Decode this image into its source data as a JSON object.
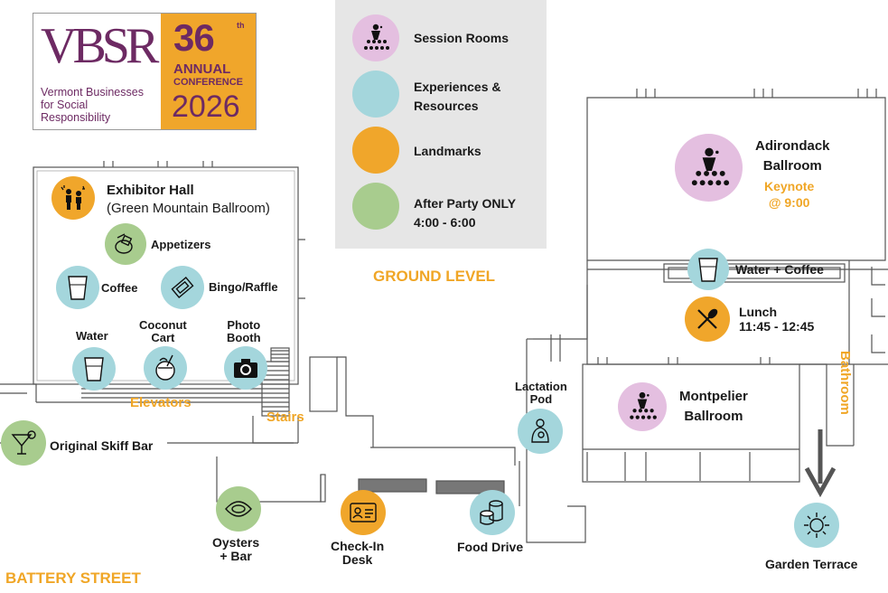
{
  "logo": {
    "brand": "VBSR",
    "org_line1": "Vermont Businesses",
    "org_line2": "for Social Responsibility",
    "edition": "36",
    "edition_suffix": "th",
    "annual": "ANNUAL",
    "conference": "CONFERENCE",
    "year": "2026"
  },
  "legend": [
    {
      "label": "Session Rooms",
      "color": "#e4bfe0",
      "icon": "speaker-audience-icon"
    },
    {
      "label": "Experiences & Resources",
      "color": "#a4d6dc",
      "icon": ""
    },
    {
      "label": "Landmarks",
      "color": "#f0a62b",
      "icon": ""
    },
    {
      "label": "After Party ONLY 4:00 - 6:00",
      "color": "#a8cc8e",
      "icon": ""
    }
  ],
  "legend_text": {
    "session": "Session Rooms",
    "exp_1": "Experiences &",
    "exp_2": "Resources",
    "landmarks": "Landmarks",
    "after_1": "After Party ONLY",
    "after_2": "4:00 - 6:00"
  },
  "ground_level": "GROUND LEVEL",
  "battery_street": "BATTERY STREET",
  "places": {
    "exhibitor_hall": "Exhibitor Hall",
    "exhibitor_hall_sub": "(Green Mountain Ballroom)",
    "appetizers": "Appetizers",
    "coffee": "Coffee",
    "bingo": "Bingo/Raffle",
    "water": "Water",
    "coconut_1": "Coconut",
    "coconut_2": "Cart",
    "photo_1": "Photo",
    "photo_2": "Booth",
    "elevators": "Elevators",
    "stairs": "Stairs",
    "skiff_bar": "Original Skiff Bar",
    "oysters_1": "Oysters",
    "oysters_2": "+ Bar",
    "checkin_1": "Check-In",
    "checkin_2": "Desk",
    "food_drive": "Food Drive",
    "lactation_1": "Lactation",
    "lactation_2": "Pod",
    "adirondack_1": "Adirondack",
    "adirondack_2": "Ballroom",
    "keynote_1": "Keynote",
    "keynote_2": "@ 9:00",
    "water_coffee": "Water + Coffee",
    "lunch": "Lunch",
    "lunch_time": "11:45 - 12:45",
    "bathroom": "Bathroom",
    "montpelier_1": "Montpelier",
    "montpelier_2": "Ballroom",
    "garden_terrace": "Garden Terrace"
  },
  "colors": {
    "session": "#e4bfe0",
    "experience": "#a4d6dc",
    "landmark": "#f0a62b",
    "after_party": "#a8cc8e",
    "brand_purple": "#6d2a63",
    "label_orange": "#f0a626"
  }
}
